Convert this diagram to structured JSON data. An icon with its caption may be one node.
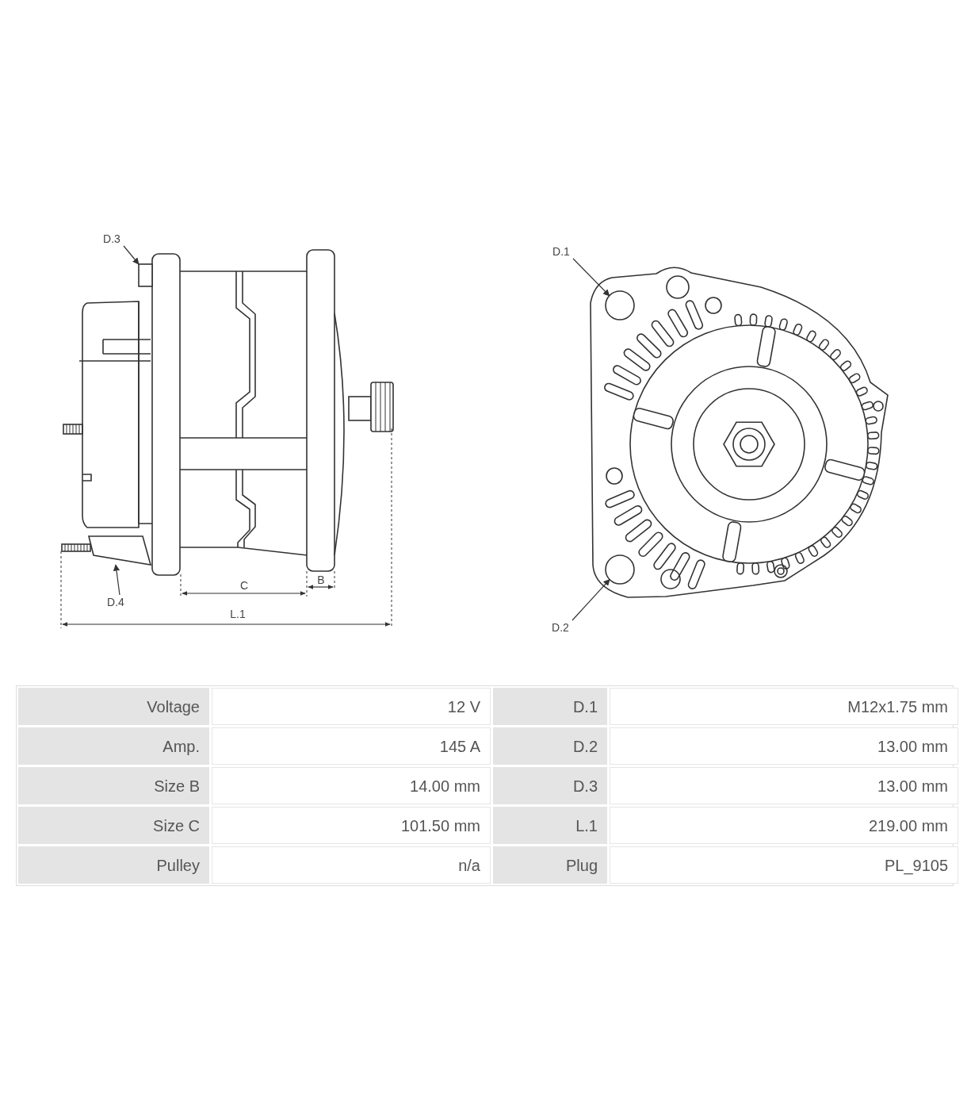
{
  "diagram": {
    "nodes": [
      {
        "text": [
          "D.3"
        ]
      },
      {
        "text": [
          "D.4"
        ]
      },
      {
        "text": [
          "D.1"
        ]
      },
      {
        "text": [
          "D.2"
        ]
      },
      {
        "text": [],
        "shape": "box"
      },
      {
        "text": [],
        "shape": "box"
      },
      {
        "text": [],
        "shape": "circle"
      },
      {
        "text": [],
        "shape": "circle"
      }
    ],
    "edges": [
      {
        "from": 0,
        "to": 4,
        "arrow": "to"
      },
      {
        "from": 1,
        "to": 5,
        "arrow": "to"
      },
      {
        "from": 2,
        "to": 6,
        "arrow": "to"
      },
      {
        "from": 3,
        "to": 7,
        "arrow": "to"
      }
    ],
    "labels": [
      "C",
      "B",
      "L.1",
      "Voltage",
      "12 V",
      "D.1",
      "M12x1.75 mm",
      "Amp.",
      "145 A",
      "D.2",
      "13.00 mm",
      "Size B",
      "14.00 mm",
      "D.3",
      "13.00 mm",
      "Size C",
      "101.50 mm",
      "L.1",
      "219.00 mm",
      "Pulley",
      "n/a",
      "Plug",
      "PL_9105"
    ]
  }
}
